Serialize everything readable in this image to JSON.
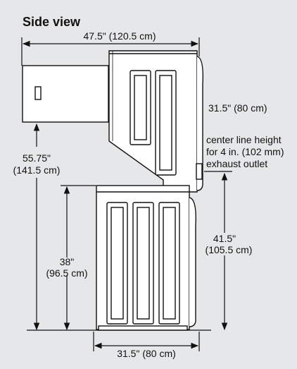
{
  "title": "Side view",
  "dimensions": {
    "overall_depth": "47.5\" (120.5 cm)",
    "dryer_depth_right": "31.5\" (80 cm)",
    "centerline_line1": "center line height",
    "centerline_line2": "for 4 in. (102 mm)",
    "centerline_line3": "exhaust outlet",
    "total_height_in": "55.75\"",
    "total_height_cm": "(141.5 cm)",
    "washer_height_in": "38\"",
    "washer_height_cm": "(96.5 cm)",
    "outlet_height_in": "41.5\"",
    "outlet_height_cm": "(105.5 cm)",
    "washer_depth": "31.5\" (80 cm)"
  }
}
